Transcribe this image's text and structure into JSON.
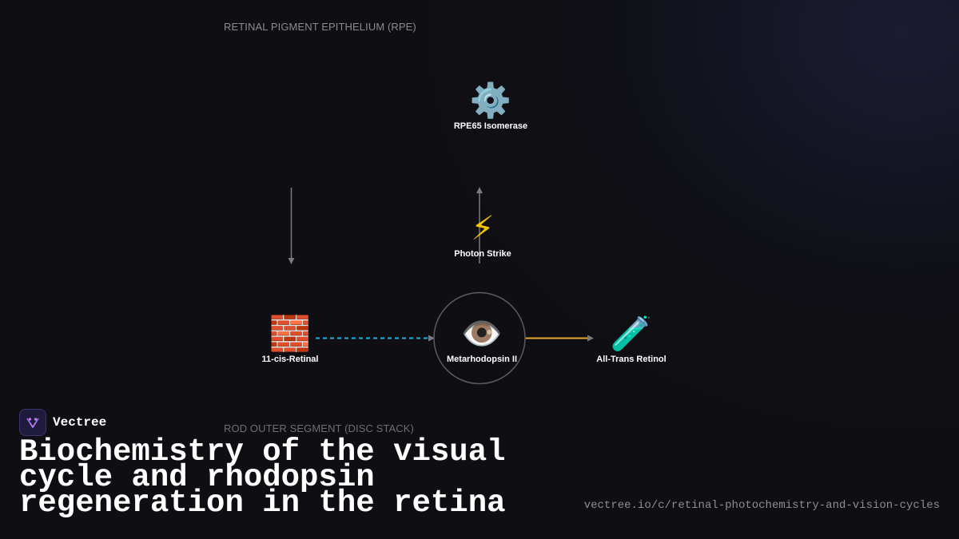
{
  "diagram": {
    "regions": {
      "top": "RETINAL PIGMENT EPITHELIUM (RPE)",
      "bottom": "ROD OUTER SEGMENT (DISC STACK)"
    },
    "nodes": {
      "rpe65": {
        "icon": "gear-icon",
        "glyph": "⚙️",
        "label": "RPE65 Isomerase"
      },
      "photon": {
        "icon": "lightning-icon",
        "glyph": "⚡",
        "label": "Photon Strike"
      },
      "cis_retinal": {
        "icon": "brick-icon",
        "glyph": "🧱",
        "label": "11-cis-Retinal"
      },
      "metarhodopsin": {
        "icon": "eye-icon",
        "glyph": "👁️",
        "label": "Metarhodopsin II"
      },
      "trans_retinol": {
        "icon": "test-tube-icon",
        "glyph": "🧪",
        "label": "All-Trans Retinol"
      }
    },
    "colors": {
      "dashed_flow": "#1eb4e6",
      "solid_flow": "#e6a82a",
      "arrow_gray": "#7a7a80",
      "ring": "#5a5a60"
    }
  },
  "brand": {
    "name": "Vectree",
    "logo_icon": "vectree-logo-icon"
  },
  "headline": "Biochemistry of the visual cycle and rhodopsin regeneration in the retina",
  "footer": {
    "url": "vectree.io/c/retinal-photochemistry-and-vision-cycles"
  }
}
